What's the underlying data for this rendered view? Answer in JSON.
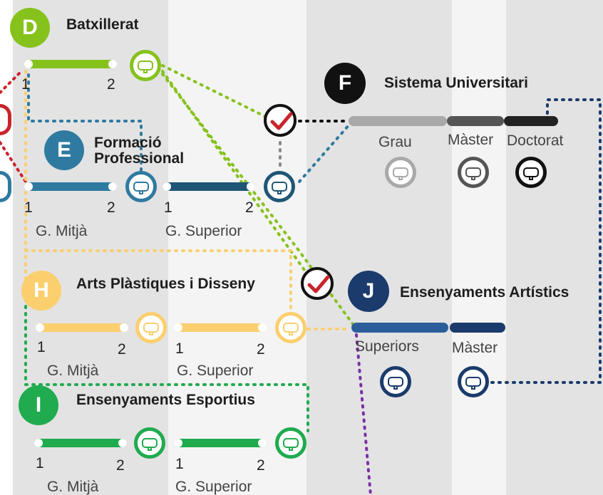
{
  "colors": {
    "batxillerat": "#86c21c",
    "fp": "#2f7aa0",
    "fp_dark": "#1f5676",
    "arts": "#fbcf6e",
    "sport": "#1fab4e",
    "univ": "#111111",
    "artistics": "#1a3b6b",
    "red": "#c9242b",
    "purple": "#7b2fa6"
  },
  "sections": {
    "batxillerat": {
      "badge": "D",
      "title": "Batxillerat",
      "years": [
        "1",
        "2"
      ]
    },
    "fp": {
      "badge": "E",
      "title_line1": "Formació",
      "title_line2": "Professional",
      "years_mitja": [
        "1",
        "2"
      ],
      "years_superior": [
        "1",
        "2"
      ],
      "mitja_label": "G. Mitjà",
      "superior_label": "G. Superior"
    },
    "univ": {
      "badge": "F",
      "title": "Sistema Universitari",
      "levels": [
        "Grau",
        "Màster",
        "Doctorat"
      ]
    },
    "arts": {
      "badge": "H",
      "title": "Arts Plàstiques i Disseny",
      "years_mitja": [
        "1",
        "2"
      ],
      "years_superior": [
        "1",
        "2"
      ],
      "mitja_label": "G. Mitjà",
      "superior_label": "G. Superior"
    },
    "sport": {
      "badge": "I",
      "title": "Ensenyaments Esportius",
      "years_mitja": [
        "1",
        "2"
      ],
      "years_superior": [
        "1",
        "2"
      ],
      "mitja_label": "G. Mitjà",
      "superior_label": "G. Superior"
    },
    "artistics": {
      "badge": "J",
      "title": "Ensenyaments Artístics",
      "levels": [
        "Superiors",
        "Màster"
      ]
    }
  }
}
